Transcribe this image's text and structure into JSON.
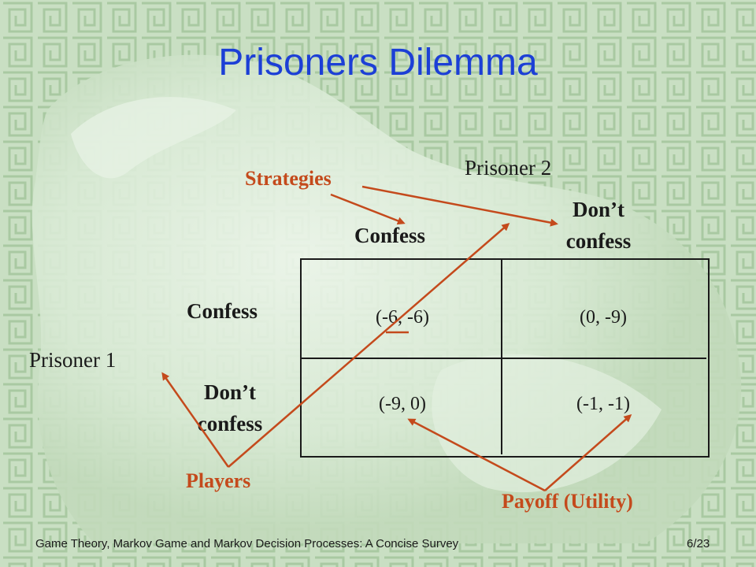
{
  "slide": {
    "title": "Prisoners Dilemma",
    "footer_text": "Game Theory, Markov Game and Markov Decision Processes: A Concise Survey",
    "page_number": "6/23"
  },
  "game": {
    "column_player": "Prisoner 2",
    "row_player": "Prisoner 1",
    "column_strategies": [
      "Confess",
      "Don’t confess"
    ],
    "row_strategies": [
      "Confess",
      "Don’t confess"
    ],
    "payoffs": [
      [
        "(-6, -6)",
        "(0, -9)"
      ],
      [
        "(-9, 0)",
        "(-1, -1)"
      ]
    ]
  },
  "annotations": {
    "strategies": "Strategies",
    "players": "Players",
    "payoff": "Payoff (Utility)"
  },
  "colors": {
    "title": "#1c3fd6",
    "annotation": "#c44a1c",
    "background": "#c9dfc3"
  }
}
